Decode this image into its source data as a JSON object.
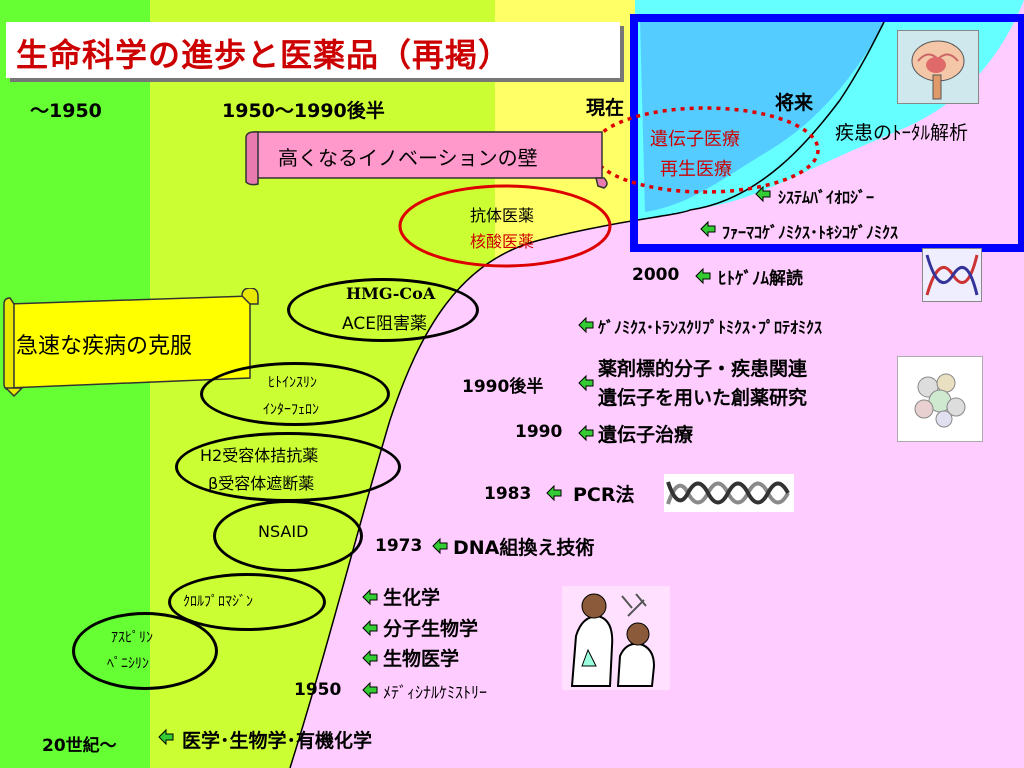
{
  "title": "生命科学の進歩と医薬品（再掲）",
  "eras": {
    "pre1950": "～1950",
    "mid": "1950～1990後半",
    "now": "現在",
    "future": "将来"
  },
  "scroll_wall": "高くなるイノベーションの壁",
  "scroll_overcome": "急速な疾病の克服",
  "future_box": {
    "regen1": "遺伝子医療",
    "regen2": "再生医療",
    "total": "疾患のﾄｰﾀﾙ解析",
    "systems": "ｼｽﾃﾑﾊﾞｲｵﾛｼﾞｰ",
    "pharmaco": "ﾌｧｰﾏｺｹﾞﾉﾐｸｽ･ﾄｷｼｺｹﾞﾉﾐｸｽ"
  },
  "drugs": {
    "antibody": "抗体医薬",
    "nucleic": "核酸医薬",
    "hmg": "HMG-CoA",
    "ace": "ACE阻害薬",
    "insulin": "ﾋﾄｲﾝｽﾘﾝ",
    "interferon": "ｲﾝﾀｰﾌｪﾛﾝ",
    "h2": "H2受容体拮抗薬",
    "beta": "β受容体遮断薬",
    "nsaid": "NSAID",
    "chlorpromazine": "ｸﾛﾙﾌﾟﾛﾏｼﾞﾝ",
    "aspirin": "ｱｽﾋﾟﾘﾝ",
    "penicillin": "ﾍﾟﾆｼﾘﾝ"
  },
  "milestones": {
    "y2000": "2000",
    "genome": "ﾋﾄｹﾞﾉﾑ解読",
    "omics": "ｹﾞﾉﾐｸｽ･ﾄﾗﾝｽｸﾘﾌﾟﾄﾐｸｽ･ﾌﾟﾛﾃｵﾐｸｽ",
    "y1990late": "1990後半",
    "pharmacogen1": "薬剤標的分子・疾患関連",
    "pharmacogen2": "遺伝子を用いた創薬研究",
    "y1990": "1990",
    "genetherapy": "遺伝子治療",
    "y1983": "1983",
    "pcr": "PCR法",
    "y1973": "1973",
    "dna": "DNA組換え技術",
    "biochem": "生化学",
    "molbio": "分子生物学",
    "biomed": "生物医学",
    "y1950": "1950",
    "medchem": "ﾒﾃﾞｨｼﾅﾙｹﾐｽﾄﾘｰ",
    "c20": "20世紀～",
    "medicine": "医学･生物学･有機化学"
  },
  "colors": {
    "green": "#66ff33",
    "lime": "#ccff33",
    "yellow": "#ffff66",
    "cyan": "#66ffff",
    "pink": "#ffccff",
    "blue": "#0000ff",
    "red": "#cc0000"
  },
  "icons": [
    "brain-icon",
    "dna-helix-icon",
    "protein-structure-icon",
    "scientists-icon",
    "arrow-left-icon"
  ]
}
